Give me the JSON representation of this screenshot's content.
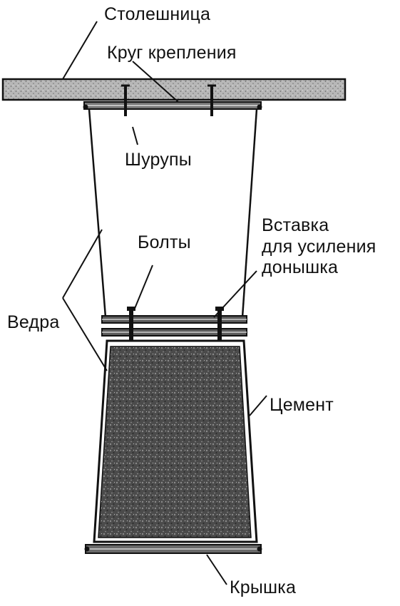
{
  "labels": {
    "tabletop": "Столешница",
    "mount_ring": "Круг крепления",
    "screws": "Шурупы",
    "bolts": "Болты",
    "insert_line1": "Вставка",
    "insert_line2": "для усиления",
    "insert_line3": "донышка",
    "buckets": "Ведра",
    "cement": "Цемент",
    "lid": "Крышка"
  },
  "colors": {
    "ink": "#111111",
    "tabletop_fill": "#b9b9b9",
    "cement_fill": "#4a4a4a",
    "rim_fill": "#666666",
    "background": "#ffffff"
  }
}
